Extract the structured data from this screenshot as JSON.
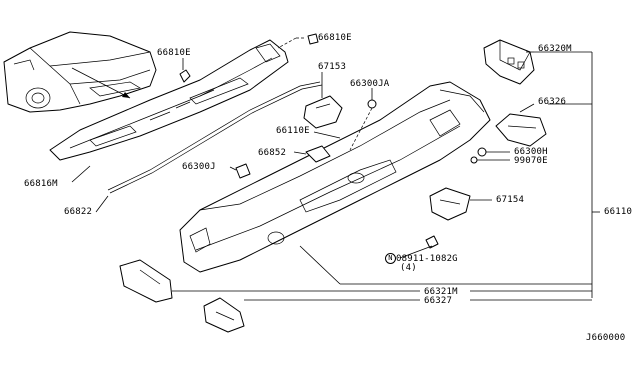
{
  "diagram_id": "J660000",
  "callouts": {
    "p66810E_left": "66810E",
    "p66810E_right": "66810E",
    "p66320M": "66320M",
    "p67153": "67153",
    "p66300JA": "66300JA",
    "p66326": "66326",
    "p66110E": "66110E",
    "p66852": "66852",
    "p66300H": "66300H",
    "p99070E": "99070E",
    "p66300J": "66300J",
    "p66816M": "66816M",
    "p66822": "66822",
    "p67154": "67154",
    "p66110": "66110",
    "p08911_1082G": "08911-1082G",
    "p08911_qty": "(4)",
    "p08911_prefix": "N",
    "p66321M": "66321M",
    "p66327": "66327"
  }
}
